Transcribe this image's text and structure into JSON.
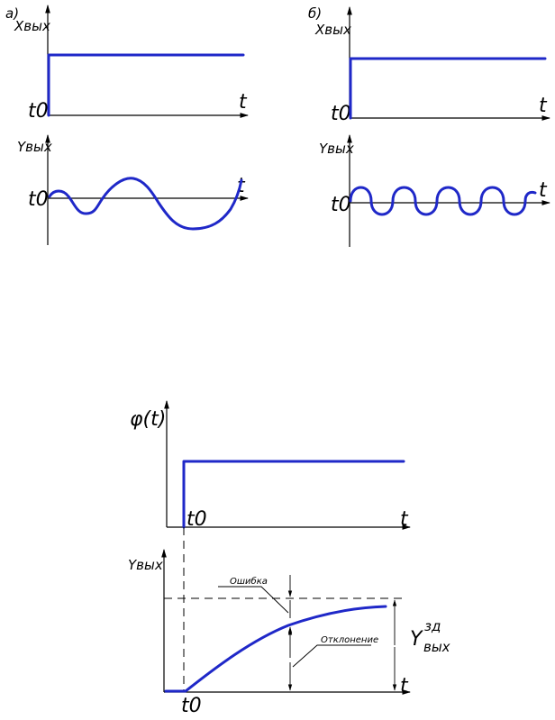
{
  "panel_a": {
    "tag": "а)",
    "input_axis_label": "Xвых",
    "output_axis_label": "Yвых",
    "time_label": "t",
    "t0_label": "t0"
  },
  "panel_b": {
    "tag": "б)",
    "input_axis_label": "Xвых",
    "output_axis_label": "Yвых",
    "time_label": "t",
    "t0_label": "t0"
  },
  "bottom": {
    "input_axis_label": "φ(t)",
    "output_axis_label": "Yвых",
    "time_label": "t",
    "t0_label": "t0",
    "error_label": "Ошибка",
    "deviation_label": "Отклонение",
    "setpoint_label": "Y",
    "setpoint_superscript": "зд",
    "setpoint_subscript": "вых"
  },
  "colors": {
    "signal": "#1f28c8",
    "axes": "#000000"
  }
}
